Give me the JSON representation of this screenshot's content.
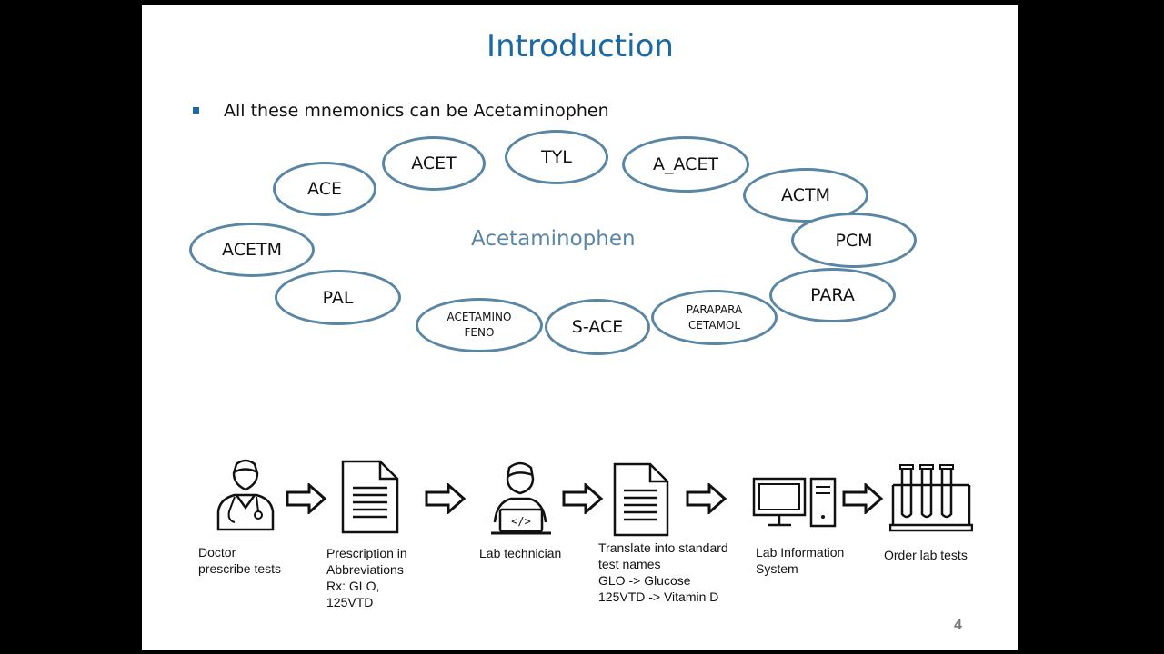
{
  "slide": {
    "title": "Introduction",
    "bullet": "All these mnemonics can be Acetaminophen",
    "center_word": "Acetaminophen",
    "page_number": "4"
  },
  "mnemonics": {
    "ace": "ACE",
    "acet": "ACET",
    "tyl": "TYL",
    "a_acet": "A_ACET",
    "actm": "ACTM",
    "pcm": "PCM",
    "acetm": "ACETM",
    "pal": "PAL",
    "para": "PARA",
    "acetaminofeno": "ACETAMINO\nFENO",
    "s_ace": "S-ACE",
    "parapara_cetamol": "PARAPARA\nCETAMOL"
  },
  "workflow": {
    "doctor": "Doctor\nprescribe tests",
    "prescription": "Prescription in\nAbbreviations\nRx: GLO,\n125VTD",
    "lab_technician": "Lab technician",
    "translate": "Translate into standard\ntest names\nGLO -> Glucose\n125VTD -> Vitamin D",
    "lis": "Lab Information\nSystem",
    "order": "Order lab tests"
  },
  "colors": {
    "title": "#1b6aa6",
    "oval_border": "#5a86a6"
  }
}
